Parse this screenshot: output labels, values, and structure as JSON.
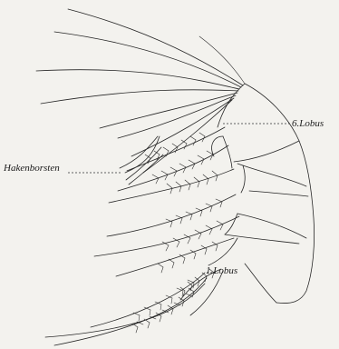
{
  "labels": {
    "lobe_6": "6.Lobus",
    "hook_bristles": "Hakenborsten",
    "lobe_1": "1.Lobus"
  }
}
